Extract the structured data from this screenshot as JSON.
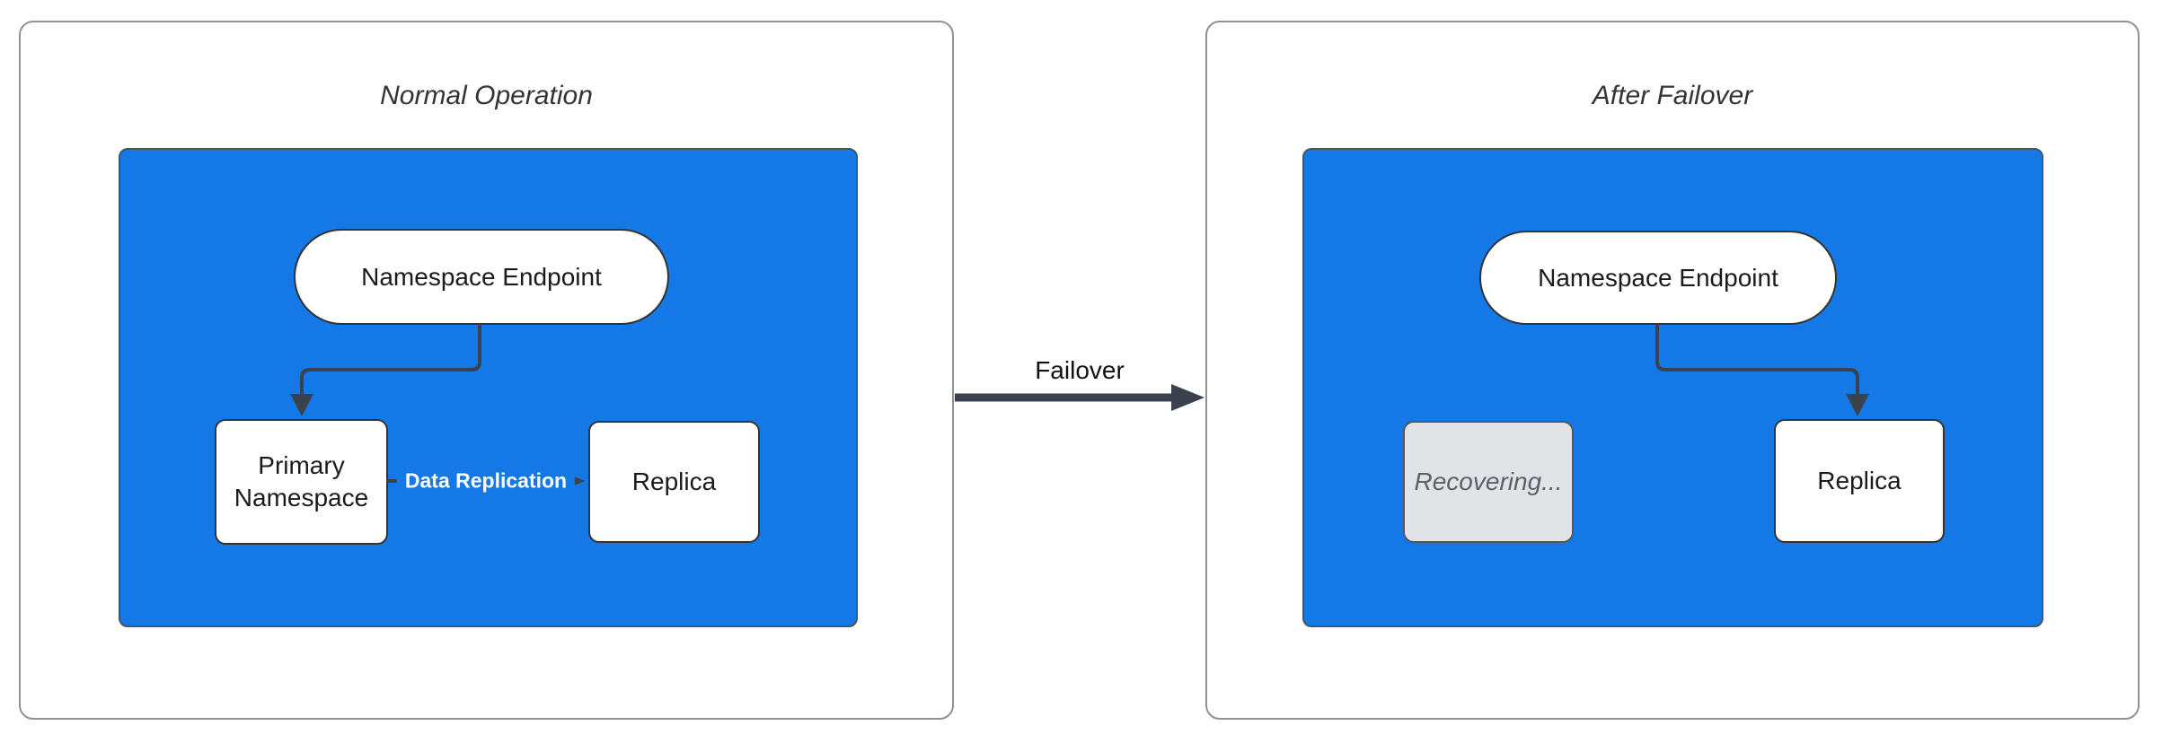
{
  "colors": {
    "cluster_fill": "#1478e6",
    "cluster_border": "#415569",
    "node_fill": "#ffffff",
    "node_border": "#333333",
    "edge_stroke": "#3b424e",
    "panel_border": "#8e9296",
    "recovering_fill": "#e1e3e6",
    "recovering_text": "#5a6169",
    "title_text": "#333333",
    "node_text": "#1b1b1b",
    "edge_label_text": "#ffffff"
  },
  "panels": [
    {
      "title": "Normal Operation",
      "nodes": {
        "endpoint": "Namespace Endpoint",
        "primary": "Primary Namespace",
        "replica": "Replica"
      },
      "edges": {
        "replication_label": "Data Replication"
      }
    },
    {
      "title": "After Failover",
      "nodes": {
        "endpoint": "Namespace Endpoint",
        "recovering": "Recovering...",
        "replica": "Replica"
      }
    }
  ],
  "transition": {
    "label": "Failover"
  }
}
